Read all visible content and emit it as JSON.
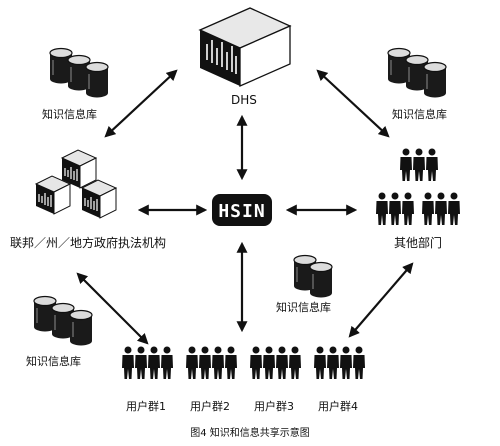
{
  "nodes": {
    "dhs": "DHS",
    "hsin": "HSIN",
    "federal": "联邦／州／地方政府执法机构",
    "other_departments": "其他部门",
    "kb_top_left": "知识信息库",
    "kb_top_right": "知识信息库",
    "kb_center": "知识信息库",
    "kb_bottom_left": "知识信息库",
    "user_groups": [
      "用户群1",
      "用户群2",
      "用户群3",
      "用户群4"
    ]
  },
  "caption": "图4  知识和信息共享示意图"
}
